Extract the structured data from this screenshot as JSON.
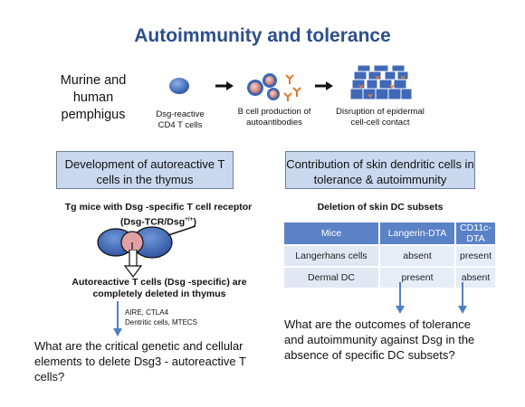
{
  "title": "Autoimmunity and tolerance",
  "pemphigus_label": "Murine and human pemphigus",
  "flow": {
    "step1": "Dsg-reactive CD4 T cells",
    "step2": "B cell production of autoantibodies",
    "step3": "Disruption of epidermal cell-cell contact"
  },
  "left": {
    "header": "Development of autoreactive T cells in the thymus",
    "mice_line1": "Tg mice with Dsg -specific T cell receptor",
    "mice_line2": "(Dsg-TCR/Dsg",
    "mice_sup": "+/+",
    "mice_line2_end": ")",
    "deleted_line1": "Autoreactive T cells (Dsg   -specific) are",
    "deleted_line2": "completely deleted in thymus",
    "elements": [
      "AIRE, CTLA4",
      "Dentritic cells, MTECS"
    ],
    "question": "What are the critical genetic and cellular elements to delete Dsg3   - autoreactive T cells?"
  },
  "right": {
    "header": "Contribution of skin dendritic cells in tolerance & autoimmunity",
    "subtitle": "Deletion of skin DC subsets",
    "table": {
      "headers": [
        "Mice",
        "Langerin-DTA",
        "CD11c-DTA"
      ],
      "rows": [
        [
          "Langerhans cells",
          "absent",
          "present"
        ],
        [
          "Dermal DC",
          "present",
          "absent"
        ]
      ]
    },
    "question": "What are the outcomes of tolerance and autoimmunity against Dsg in the absence of specific DC subsets?"
  },
  "colors": {
    "title": "#2d4f8c",
    "box_fill": "#c9d8ee",
    "table_header": "#5b82c6",
    "arrow_blue": "#4f7fc4",
    "cell_blue": "#3f68b8",
    "skin_orange": "#e87f2e"
  }
}
